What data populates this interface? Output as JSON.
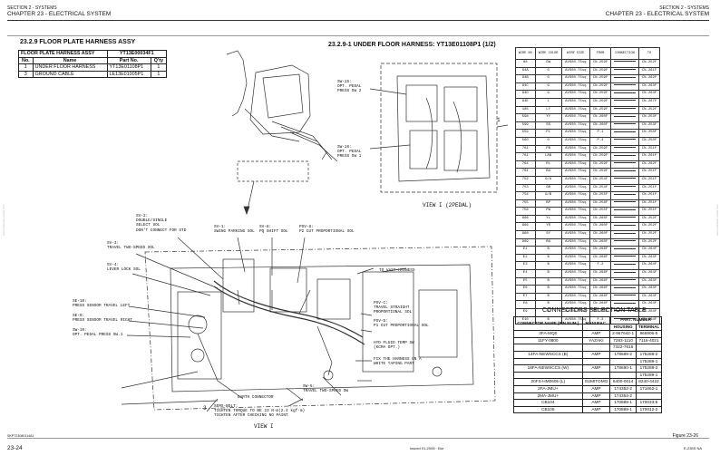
{
  "header": {
    "left_line1": "SECTION 2 - SYSTEMS",
    "left_line2": "CHAPTER 23 - ELECTRICAL SYSTEM",
    "right_line1": "SECTION 2 - SYSTEMS",
    "right_line2": "CHAPTER 23 - ELECTRICAL SYSTEM"
  },
  "section_title": "23.2.9  FLOOR PLATE HARNESS ASSY",
  "diagram_title": "23.2.9-1 UNDER FLOOR HARNESS: YT13E01108P1 (1/2)",
  "parts_table": {
    "title_left": "FLOOR PLATE HARNESS ASSY",
    "title_right": "YT13E00034F1",
    "columns": [
      "No.",
      "Name",
      "Part No.",
      "Q'ty"
    ],
    "rows": [
      [
        "1",
        "UNDER FLOOR HARNESS",
        "YT13E01108P1",
        "1"
      ],
      [
        "3",
        "GROUND CABLE",
        "LE13E01005P1",
        "1"
      ]
    ]
  },
  "wire_table": {
    "columns": [
      "WIRE NO",
      "WIRE COLOR",
      "WIRE SIZE",
      "FROM",
      "CONNECTION",
      "TO"
    ],
    "rows": [
      [
        "88",
        "GW",
        "AVSS0.75sq",
        "CN-259F",
        "",
        "CN-252F"
      ],
      [
        "94A",
        "G",
        "AVSS0.75sq",
        "CN-259F",
        "",
        "CN-261F"
      ],
      [
        "94B",
        "G",
        "AVSS0.75sq",
        "CN-259F",
        "",
        "CN-262F"
      ],
      [
        "94C",
        "G",
        "AVSS0.75sq",
        "CN-259F",
        "",
        "CN-263F"
      ],
      [
        "94D",
        "G",
        "AVSS0.75sq",
        "CN-259F",
        "",
        "CN-264F"
      ],
      [
        "94E",
        "L",
        "AVSS0.75sq",
        "CN-259F",
        "",
        "CN-267F"
      ],
      [
        "185",
        "LY",
        "AVSS0.75sq",
        "CN-259F",
        "",
        "CN-252F"
      ],
      [
        "598",
        "YY",
        "AVSS0.75sq",
        "CN-260F",
        "",
        "CN-253F"
      ],
      [
        "599",
        "SS",
        "AVSS0.75sq",
        "CN-260F",
        "",
        "CN-253F"
      ],
      [
        "559",
        "PL",
        "AVSS0.75sq",
        "P-1",
        "",
        "CN-250F"
      ],
      [
        "560",
        "O",
        "AVSS0.75sq",
        "P-4",
        "",
        "CN-250F"
      ],
      [
        "761",
        "PB",
        "AVSS0.75sq",
        "CN-259F",
        "",
        "CN-251F"
      ],
      [
        "761",
        "LAB",
        "AVSS0.75sq",
        "CN-259F",
        "",
        "CN-261F"
      ],
      [
        "764",
        "RL",
        "AVSS0.75sq",
        "CN-259F",
        "",
        "CN-262F"
      ],
      [
        "761",
        "BG",
        "AVSS0.75sq",
        "CN-259F",
        "",
        "CN-251F"
      ],
      [
        "752",
        "G/A",
        "AVSS0.75sq",
        "CN-254F",
        "",
        "CN-251F"
      ],
      [
        "753",
        "GB",
        "AVSS0.75sq",
        "CN-254F",
        "",
        "CN-251F"
      ],
      [
        "754",
        "G/B",
        "AVSS0.75sq",
        "CN-255F",
        "",
        "CN-251F"
      ],
      [
        "755",
        "BP",
        "AVSS0.75sq",
        "CN-258F",
        "",
        "CN-251F"
      ],
      [
        "756",
        "PW",
        "AVSS0.75sq",
        "CN-255F",
        "",
        "CN-251F"
      ],
      [
        "966",
        "YL",
        "AVSS0.75sq",
        "CN-260F",
        "",
        "CN-252F"
      ],
      [
        "966",
        "YR",
        "AVSS0.75sq",
        "CN-260F",
        "",
        "CN-252F"
      ],
      [
        "968",
        "SY",
        "AVSS0.75sq",
        "CN-260F",
        "",
        "CN-252F"
      ],
      [
        "969",
        "BG",
        "AVSS0.75sq",
        "CN-260F",
        "",
        "CN-252F"
      ],
      [
        "E1",
        "B",
        "AVSS0.75sq",
        "CN-266F",
        "",
        "CN-264F"
      ],
      [
        "E2",
        "B",
        "AVSS0.75sq",
        "CN-266F",
        "",
        "CN-263F"
      ],
      [
        "E3",
        "B",
        "AVSS0.75sq",
        "F-2",
        "",
        "CN-264F"
      ],
      [
        "E4",
        "B",
        "AVSS0.75sq",
        "CN-266F",
        "",
        "CN-264F"
      ],
      [
        "E5",
        "B",
        "AVSS0.75sq",
        "CN-266F",
        "",
        "CN-263F"
      ],
      [
        "E6",
        "B",
        "AVSS0.75sq",
        "CN-266F",
        "",
        "CN-263F"
      ],
      [
        "E7",
        "B",
        "AVSS0.75sq",
        "CN-266F",
        "",
        "CN-264F"
      ],
      [
        "E8",
        "B",
        "AVSS0.75sq",
        "CN-266F",
        "",
        "CN-264F"
      ],
      [
        "E9",
        "B",
        "AVSS0.75sq",
        "CN-266F",
        "",
        "CN-264F"
      ],
      [
        "E10",
        "B",
        "AVSS0.75sq",
        "F-3",
        "",
        "CN-264F"
      ]
    ]
  },
  "connectors_table": {
    "title": "CONNECTORS SELECTION TABLE",
    "head_connector": "CONNECTOR NAME (PIN NUM.)",
    "head_manuf": "MANUFAC.",
    "head_partnumber": "PART. NUMBER",
    "head_housing": "HOUSING",
    "head_terminal": "TERMINAL",
    "rows": [
      [
        "3FA-MQ0",
        "AMP",
        "2-967642-1",
        "965906-5"
      ],
      [
        "11FY-0800",
        "YAZAKI",
        "7283-1110",
        "7116-4021"
      ],
      [
        "",
        "",
        "7322-7616",
        ""
      ],
      [
        "14FA-NEWSCCS (B)",
        "AMP",
        "178689-2",
        "175288-2"
      ],
      [
        "",
        "",
        "",
        "175289-1"
      ],
      [
        "18FA-NEWSCCS (W)",
        "AMP",
        "178690-1",
        "175288-2"
      ],
      [
        "",
        "",
        "",
        "175289-1"
      ],
      [
        "20FS-HM0605 (L)",
        "SUMITOMO",
        "6400-0014",
        "8240-4422"
      ],
      [
        "2FA-JMU+",
        "AMP",
        "174352-2",
        "171662-1"
      ],
      [
        "2MA-JMU+",
        "AMP",
        "174354-2",
        ""
      ],
      [
        "CB104",
        "AMP",
        "170889-1",
        "170033-5"
      ],
      [
        "CB105",
        "AMP",
        "170889-1",
        "170012-2"
      ]
    ]
  },
  "callouts": {
    "sw15": "SW-15:\nOPT. PEDAL\nPRESS SW 2",
    "sw16": "SW-16:\nOPT. PEDAL\nPRESS SW 1",
    "view1_2pedal": "VIEW I (2PEDAL)",
    "sv2": "SV-2:\nDOUBLE/SINGLE\nSELECT SOL\nDON'T CONNECT FOR STD",
    "sv1": "SV-1:\nSWING PARKING SOL",
    "sv8": "SV-8:\nPQ SHIFT SOL",
    "psv8": "PSV-8:\nP2 CUT PROPORTIONAL SOL",
    "sv3": "SV-3:\nTRAVEL TWO-SPEED SOL",
    "sv4": "SV-4:\nLEVER LOCK SOL",
    "to_vast": "TO VAST-HARNESS",
    "se10": "SE-10:\nPRESS SENSOR TRAVEL LEFT",
    "se9": "SE-9:\nPRESS SENSOR TRAVEL RIGHT",
    "sw10": "SW-10:\nOPT. PEDAL PRESS SW.1",
    "psvc": "PSV-C:\nTRAVEL STRAIGHT\nPROPORTIONAL SOL",
    "psvd": "PSV-D:\nP1 CUT PROPORTIONAL SOL",
    "hyd": "HYD FLUID TEMP SW\n(KCMA OPT.)",
    "fix": "FIX THE HARNESS ON A\nWHITE TAPING PART",
    "earth": "EARTH CONNECTOR",
    "sw5": "SW-5:\nTRAVEL TWO-SPEED SW",
    "sems": "SEMS-BOLT:\nTIGHTEN TORQUE TO BE 23 N-m(2.4 kgf-m)\nTIGHTEN AFTER CHECKING NO PAINT",
    "view1": "VIEW I",
    "num3": "3",
    "num1": "1"
  },
  "footer": {
    "doc_code": "SKPT23080114A1",
    "page_no": "23-24",
    "figure": "Figure 23-26",
    "issued": "Issued 01-2006 · Bur",
    "model": "E-235S NA"
  },
  "watermark": "www.hydraulic-loader.com"
}
